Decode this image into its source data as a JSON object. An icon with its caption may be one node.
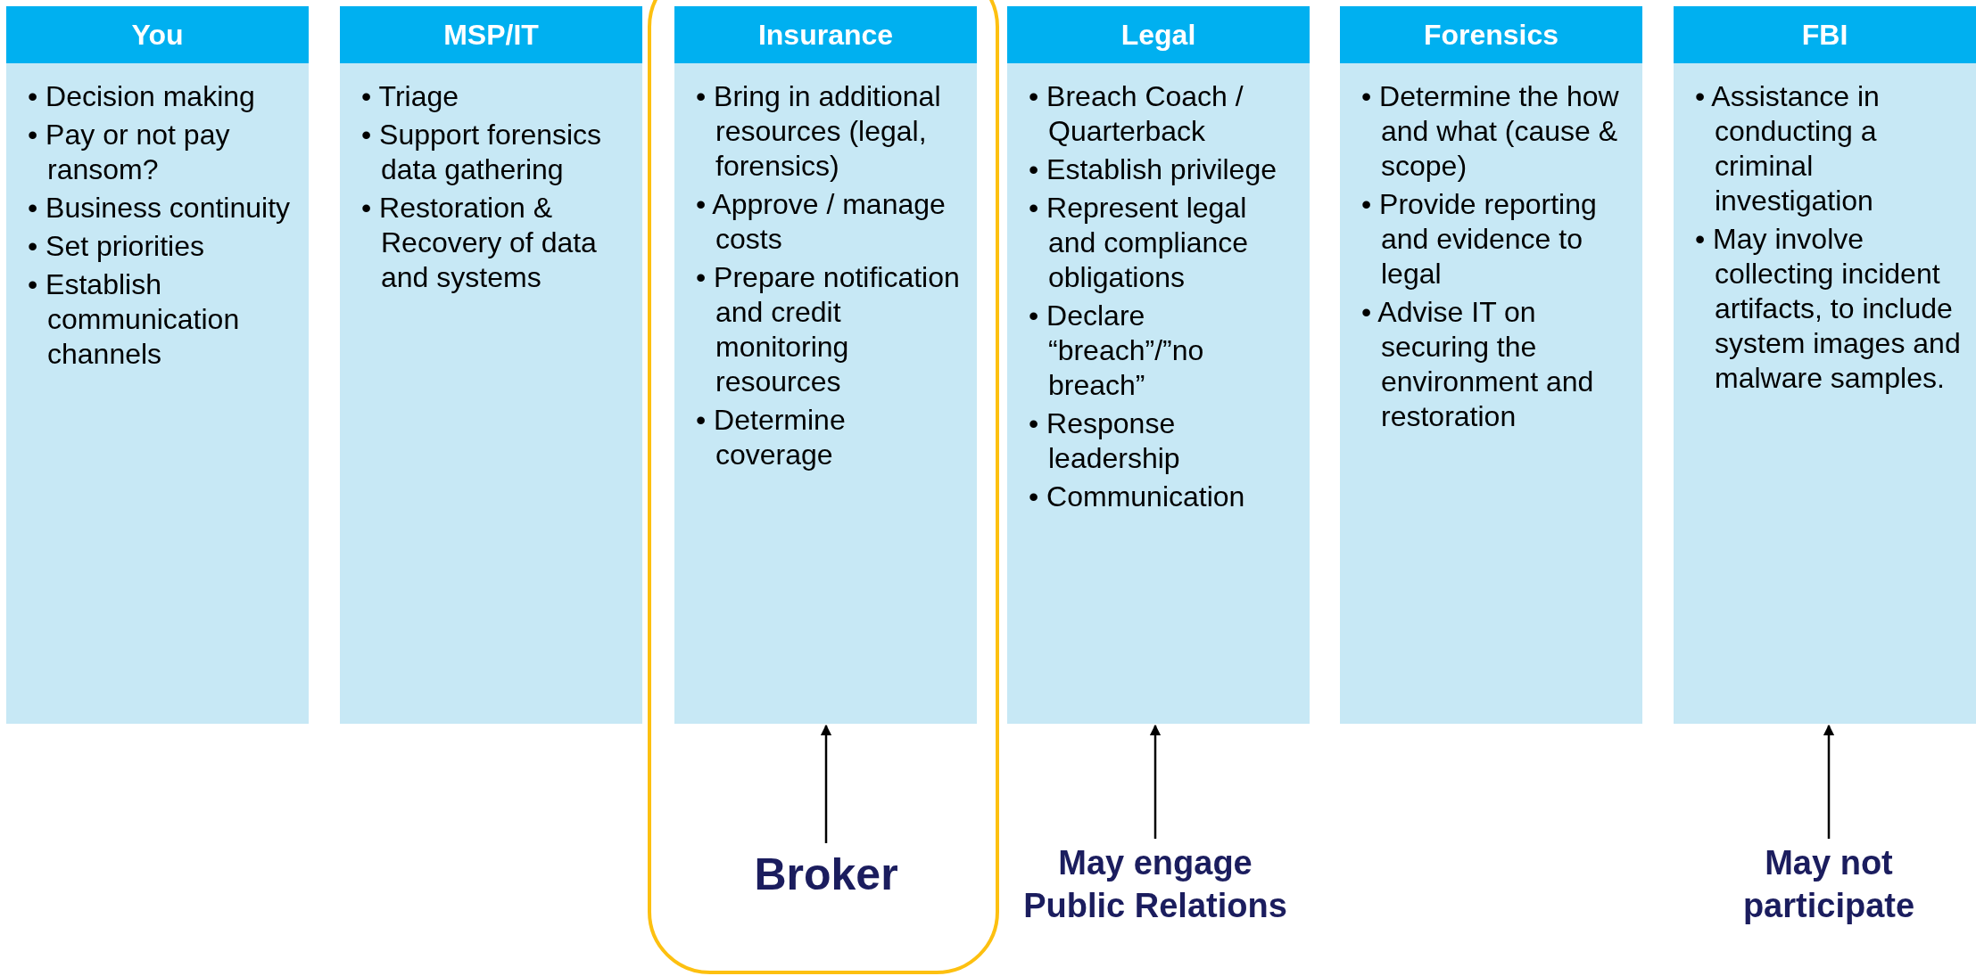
{
  "diagram": {
    "nodes": [
      {
        "text": [
          "You",
          "• Decision making",
          "• Pay or not pay ransom?",
          "• Business continuity",
          "• Set priorities",
          "• Establish communication channels"
        ]
      },
      {
        "text": [
          "MSP/IT",
          "• Triage",
          "• Support forensics data gathering",
          "• Restoration & Recovery of data and systems"
        ]
      },
      {
        "text": [],
        "shape": "box"
      },
      {
        "text": [
          "Insurance",
          "• Bring in additional resources (legal, forensics)",
          "• Approve / manage costs",
          "• Prepare notification and credit monitoring resources",
          "• Determine coverage"
        ],
        "in": 2
      },
      {
        "text": [
          "Legal",
          "• Breach Coach / Quarterback",
          "• Establish privilege",
          "• Represent legal and compliance obligations",
          "• Declare “breach”/”no breach”",
          "• Response leadership",
          "• Communication"
        ]
      },
      {
        "text": [
          "Forensics",
          "• Determine the how and what (cause & scope)",
          "• Provide reporting and evidence to legal",
          "• Advise IT on securing the environment and restoration"
        ]
      },
      {
        "text": [
          "FBI",
          "• Assistance in conducting a criminal investigation",
          "• May involve collecting incident artifacts, to include system images and malware samples."
        ]
      },
      {
        "text": [
          "Broker"
        ],
        "in": 2
      },
      {
        "text": [
          "May engage Public Relations"
        ]
      },
      {
        "text": [
          "May not participate"
        ]
      }
    ],
    "edges": [
      {
        "from": 7,
        "to": 3,
        "arrow": "to"
      },
      {
        "from": 8,
        "to": 4,
        "arrow": "to"
      },
      {
        "from": 9,
        "to": 6,
        "arrow": "to"
      }
    ]
  }
}
